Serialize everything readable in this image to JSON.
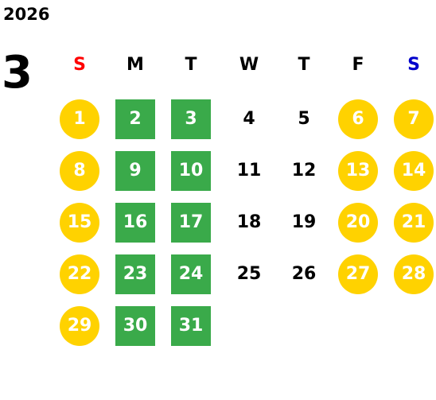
{
  "year": "2026",
  "month": "3",
  "colors": {
    "sunday": "#ff0000",
    "saturday": "#0000cc",
    "weekday": "#000000",
    "holiday_fill": "#ffd200",
    "workday_fill": "#3aaa4a"
  },
  "weekdays": [
    "S",
    "M",
    "T",
    "W",
    "T",
    "F",
    "S"
  ],
  "weeks": [
    [
      {
        "d": "1",
        "s": "holiday"
      },
      {
        "d": "2",
        "s": "work"
      },
      {
        "d": "3",
        "s": "work"
      },
      {
        "d": "4",
        "s": "plain"
      },
      {
        "d": "5",
        "s": "plain"
      },
      {
        "d": "6",
        "s": "holiday"
      },
      {
        "d": "7",
        "s": "holiday"
      }
    ],
    [
      {
        "d": "8",
        "s": "holiday"
      },
      {
        "d": "9",
        "s": "work"
      },
      {
        "d": "10",
        "s": "work"
      },
      {
        "d": "11",
        "s": "plain"
      },
      {
        "d": "12",
        "s": "plain"
      },
      {
        "d": "13",
        "s": "holiday"
      },
      {
        "d": "14",
        "s": "holiday"
      }
    ],
    [
      {
        "d": "15",
        "s": "holiday"
      },
      {
        "d": "16",
        "s": "work"
      },
      {
        "d": "17",
        "s": "work"
      },
      {
        "d": "18",
        "s": "plain"
      },
      {
        "d": "19",
        "s": "plain"
      },
      {
        "d": "20",
        "s": "holiday"
      },
      {
        "d": "21",
        "s": "holiday"
      }
    ],
    [
      {
        "d": "22",
        "s": "holiday"
      },
      {
        "d": "23",
        "s": "work"
      },
      {
        "d": "24",
        "s": "work"
      },
      {
        "d": "25",
        "s": "plain"
      },
      {
        "d": "26",
        "s": "plain"
      },
      {
        "d": "27",
        "s": "holiday"
      },
      {
        "d": "28",
        "s": "holiday"
      }
    ],
    [
      {
        "d": "29",
        "s": "holiday"
      },
      {
        "d": "30",
        "s": "work"
      },
      {
        "d": "31",
        "s": "work"
      }
    ]
  ]
}
